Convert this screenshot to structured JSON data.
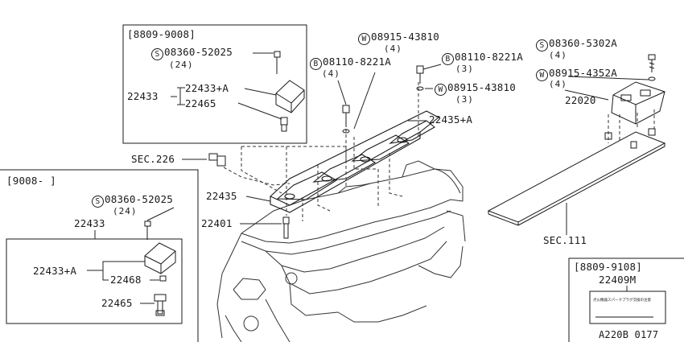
{
  "top_box": {
    "date_range": "[8809-9008]",
    "screw_symbol": "S",
    "screw_part": "08360-52025",
    "screw_qty": "(24)",
    "coil_part": "22433",
    "coil_assy_part": "22433+A",
    "rubber_part": "22465"
  },
  "head_callouts": {
    "washer_symbol": "W",
    "washer_top_part": "08915-43810",
    "washer_top_qty": "(4)",
    "bolt_symbol": "B",
    "bolt_left_part": "08110-8221A",
    "bolt_left_qty": "(4)",
    "bolt_right_part": "08110-8221A",
    "bolt_right_qty": "(3)",
    "washer_mid_part": "08915-43810",
    "washer_mid_qty": "(3)",
    "cover_assy_part": "22435+A",
    "sec_226": "SEC.226",
    "cover_part": "22435",
    "spark_plug_part": "22401"
  },
  "right_callouts": {
    "screw_symbol": "S",
    "screw_part": "08360-5302A",
    "screw_qty": "(4)",
    "washer_symbol": "W",
    "washer_part": "08915-4352A",
    "washer_qty": "(4)",
    "module_part": "22020",
    "sec_111": "SEC.111"
  },
  "left_box": {
    "date_range": "[9008-  ]",
    "screw_symbol": "S",
    "screw_part": "08360-52025",
    "screw_qty": "(24)",
    "coil_part": "22433",
    "coil_assy_part": "22433+A",
    "spacer_part": "22468",
    "rubber_part": "22465"
  },
  "label_box": {
    "date_range": "[8809-9108]",
    "label_part": "22409M",
    "label_text": "点火機器スパークプラグ交換の注意"
  },
  "drawing_code": "A220B 0177"
}
